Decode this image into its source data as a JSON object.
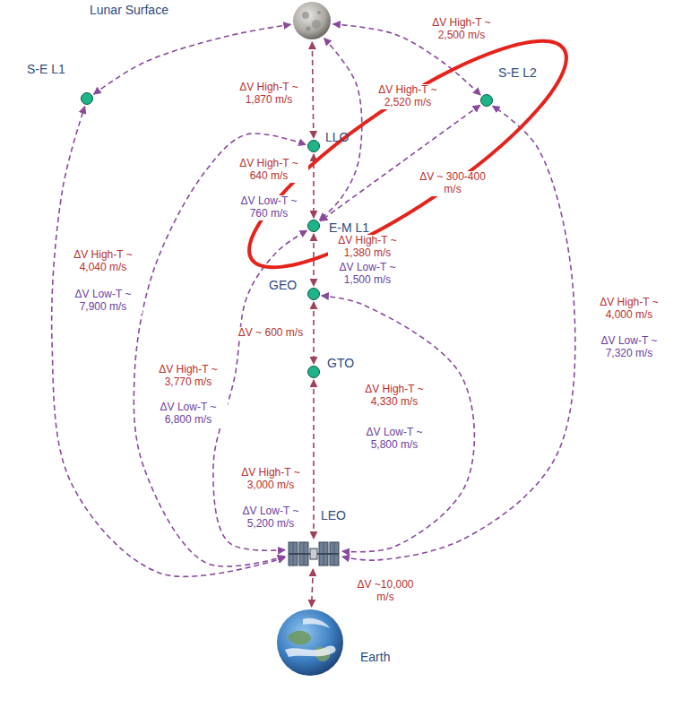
{
  "diagram": {
    "nodes": [
      {
        "text": [
          "Lunar Surface"
        ]
      },
      {
        "text": [
          "S-E L1"
        ]
      },
      {
        "text": [
          "LLO"
        ]
      },
      {
        "text": [
          "S-E L2"
        ]
      },
      {
        "text": [
          "E-M L1"
        ]
      },
      {
        "text": [
          "GEO"
        ]
      },
      {
        "text": [
          "GTO"
        ]
      },
      {
        "text": [
          "LEO"
        ]
      },
      {
        "text": [
          "Earth"
        ]
      }
    ],
    "edges": [
      {
        "from": 0,
        "to": 1,
        "arrow": "both"
      },
      {
        "from": 0,
        "to": 2,
        "label": "ΔV High-T ~ 1,870 m/s",
        "arrow": "both"
      },
      {
        "from": 0,
        "to": 3,
        "label": "ΔV High-T ~ 2,500 m/s",
        "arrow": "both"
      },
      {
        "from": 0,
        "to": 4,
        "label": "ΔV High-T ~ 2,520 m/s",
        "arrow": "both"
      },
      {
        "from": 2,
        "to": 4,
        "label": "ΔV High-T ~ 640 m/s",
        "arrow": "both"
      },
      {
        "from": 3,
        "to": 4,
        "label": "ΔV ~ 300-400 m/s",
        "arrow": "both"
      },
      {
        "from": 4,
        "to": 5,
        "label": "ΔV High-T ~ 1,380 m/s",
        "arrow": "both"
      },
      {
        "from": 5,
        "to": 6,
        "label": "ΔV ~ 600 m/s",
        "arrow": "both"
      },
      {
        "from": 6,
        "to": 7,
        "label": "ΔV High-T ~ 3,000 m/s",
        "arrow": "both"
      },
      {
        "from": 7,
        "to": 8,
        "label": "ΔV ~10,000 m/s",
        "arrow": "both"
      },
      {
        "from": 7,
        "to": 1,
        "arrow": "both"
      },
      {
        "from": 7,
        "to": 2,
        "label": "ΔV High-T ~ 4,040 m/s",
        "arrow": "both"
      },
      {
        "from": 7,
        "to": 4,
        "label": "ΔV High-T ~ 3,770 m/s",
        "arrow": "both"
      },
      {
        "from": 7,
        "to": 5,
        "label": "ΔV High-T ~ 4,330 m/s",
        "arrow": "both"
      },
      {
        "from": 7,
        "to": 3,
        "label": "ΔV High-T ~ 4,000 m/s",
        "arrow": "both"
      }
    ],
    "labels": [
      "ΔV Low-T ~ 760 m/s",
      "ΔV Low-T ~ 1,500 m/s",
      "ΔV Low-T ~ 7,900 m/s",
      "ΔV Low-T ~ 6,800 m/s",
      "ΔV Low-T ~ 5,800 m/s",
      "ΔV Low-T ~ 5,200 m/s",
      "ΔV Low-T ~ 7,320 m/s"
    ]
  }
}
